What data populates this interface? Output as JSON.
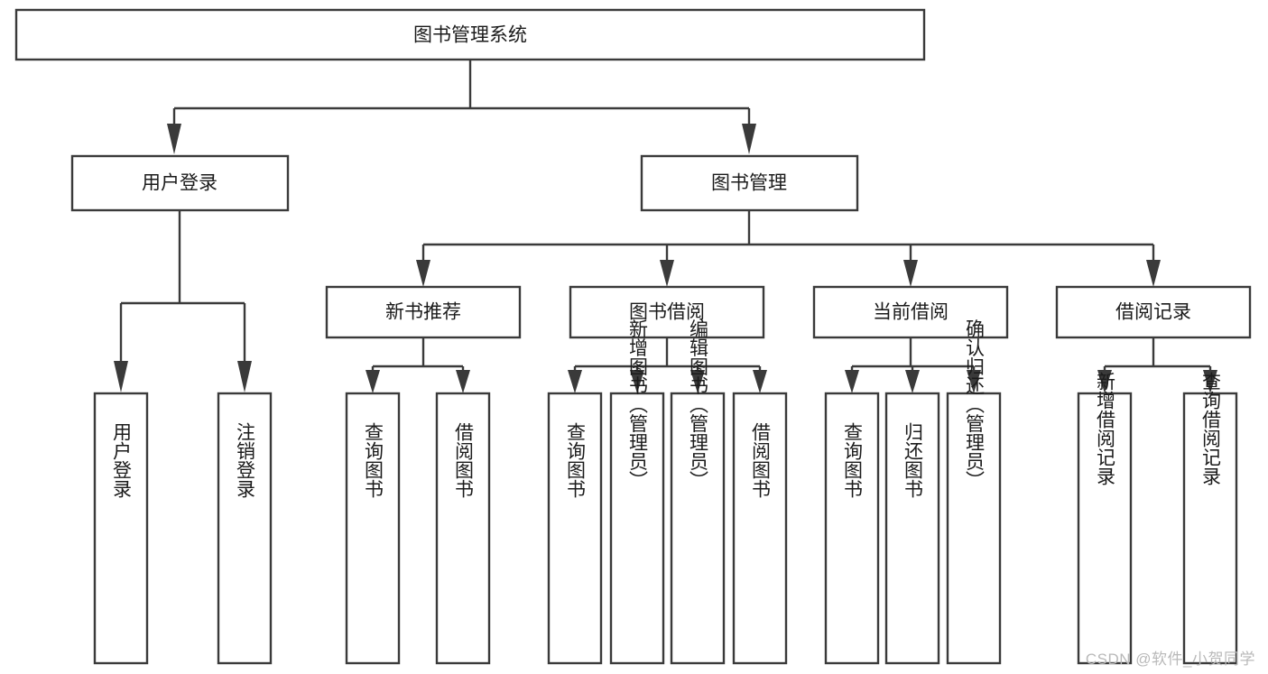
{
  "diagram": {
    "title": "图书管理系统",
    "watermark": "CSDN @软件_小贺同学",
    "type": "tree-hierarchy-diagram",
    "colors": {
      "stroke": "#3a3a3a",
      "fill": "#ffffff",
      "text": "#1b1b1b",
      "watermark": "#b9b9b9"
    },
    "nodes": {
      "root": {
        "label": "图书管理系统",
        "level": 1
      },
      "level2": [
        {
          "id": "user-login",
          "label": "用户登录"
        },
        {
          "id": "book-manage",
          "label": "图书管理"
        }
      ],
      "level3": [
        {
          "id": "new-book-recommend",
          "label": "新书推荐",
          "parent": "book-manage"
        },
        {
          "id": "book-borrow",
          "label": "图书借阅",
          "parent": "book-manage"
        },
        {
          "id": "current-borrow",
          "label": "当前借阅",
          "parent": "book-manage"
        },
        {
          "id": "borrow-record",
          "label": "借阅记录",
          "parent": "book-manage"
        }
      ],
      "leaves": {
        "user-login": [
          {
            "id": "leaf-user-login",
            "label": "用户登录"
          },
          {
            "id": "leaf-user-logout",
            "label": "注销登录"
          }
        ],
        "new-book-recommend": [
          {
            "id": "leaf-query-book-1",
            "label": "查询图书"
          },
          {
            "id": "leaf-borrow-book-1",
            "label": "借阅图书"
          }
        ],
        "book-borrow": [
          {
            "id": "leaf-query-book-2",
            "label": "查询图书"
          },
          {
            "id": "leaf-add-book",
            "label": "新增图书（管理员）"
          },
          {
            "id": "leaf-edit-book",
            "label": "编辑图书（管理员）"
          },
          {
            "id": "leaf-borrow-book-2",
            "label": "借阅图书"
          }
        ],
        "current-borrow": [
          {
            "id": "leaf-query-book-3",
            "label": "查询图书"
          },
          {
            "id": "leaf-return-book",
            "label": "归还图书"
          },
          {
            "id": "leaf-confirm-return",
            "label": "确认归还（管理员）"
          }
        ],
        "borrow-record": [
          {
            "id": "leaf-add-record",
            "label": "新增借阅记录"
          },
          {
            "id": "leaf-query-record",
            "label": "查询借阅记录"
          }
        ]
      }
    }
  }
}
